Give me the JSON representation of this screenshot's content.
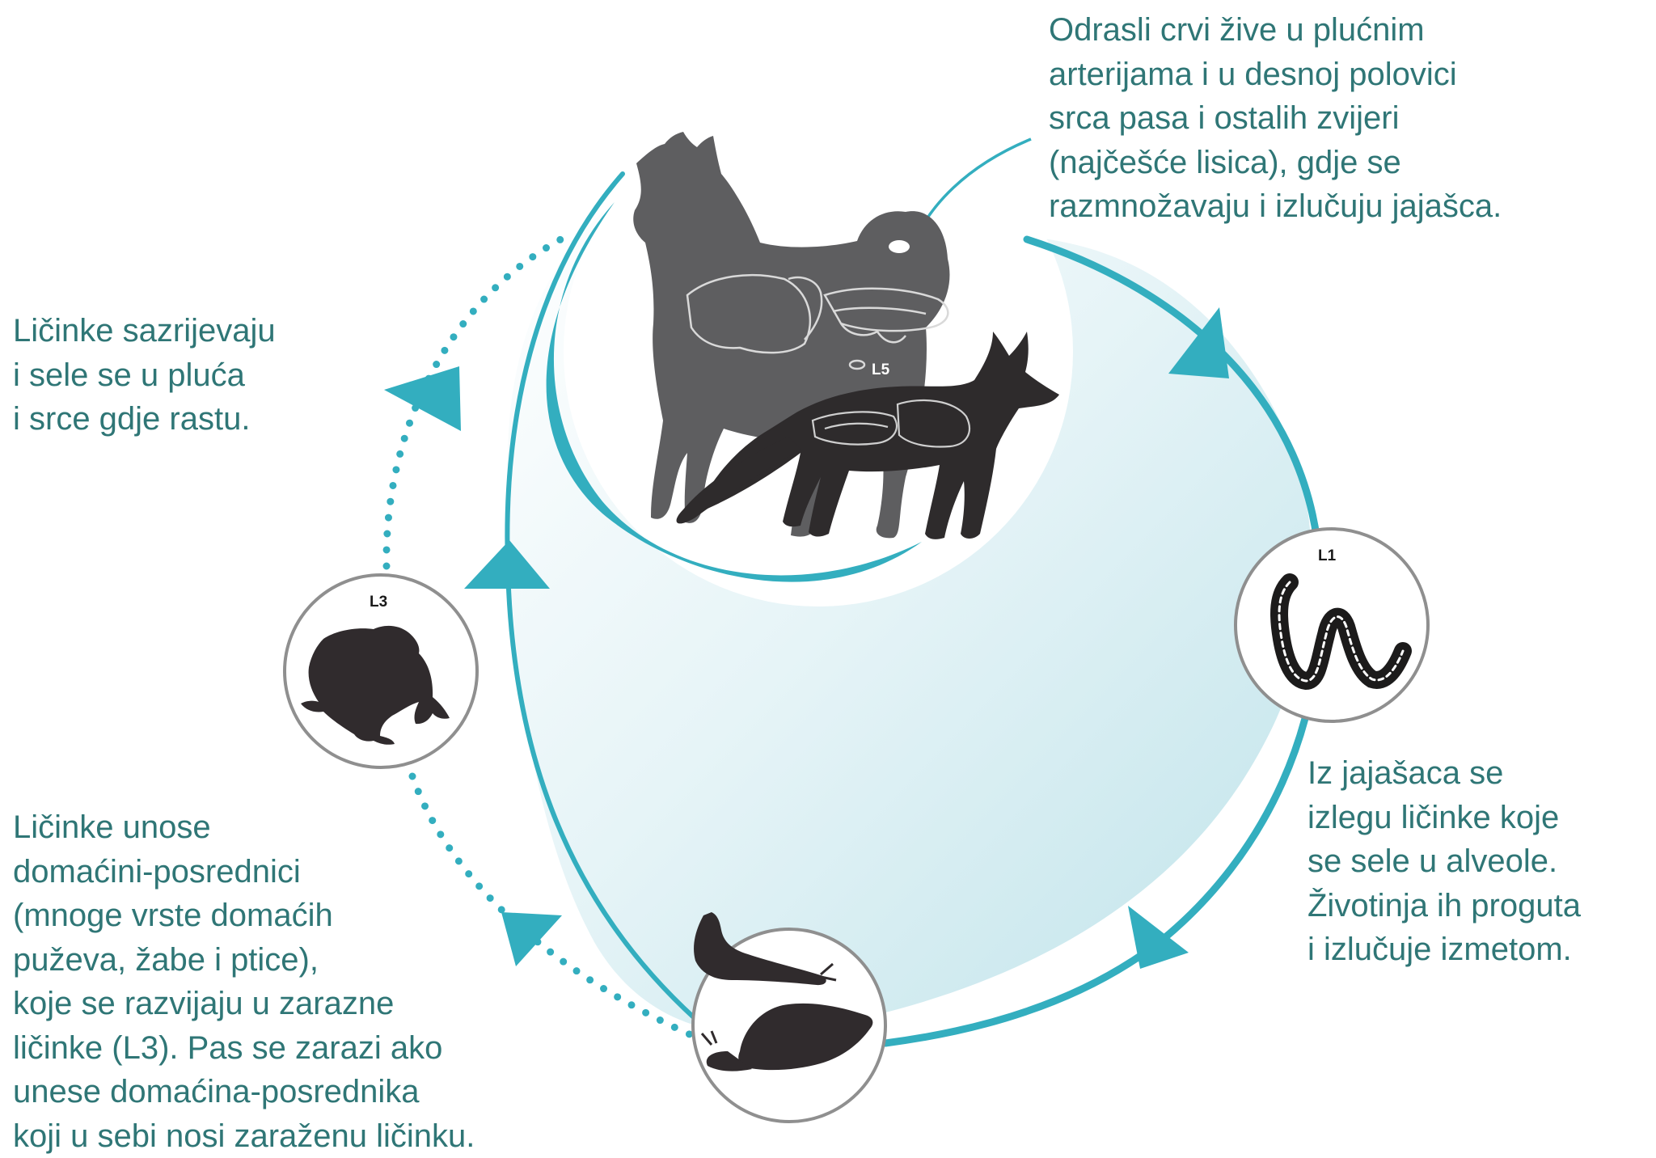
{
  "captions": {
    "adult_worms": [
      "Odrasli crvi žive u plućnim",
      "arterijama i u desnoj polovici",
      "srca pasa i ostalih zvijeri",
      "(najčešće lisica), gdje se",
      "razmnožavaju i izlučuju jajašca."
    ],
    "larvae_mature": [
      "Ličinke sazrijevaju",
      "i sele se u pluća",
      "i srce gdje rastu."
    ],
    "l1_hatch": [
      "Iz jajašaca se",
      "izlegu ličinke koje",
      "se sele u alveole.",
      "Životinja ih proguta",
      "i izlučuje izmetom."
    ],
    "intermediate_hosts": [
      "Ličinke unose",
      "domaćini-posrednici",
      "(mnoge vrste domaćih",
      "puževa, žabe i ptice),",
      "koje se razvijaju u zarazne",
      "ličinke (L3). Pas se zarazi ako",
      "unese domaćina-posrednika",
      "koji u sebi nosi zaraženu ličinku."
    ]
  },
  "stage_labels": {
    "l5": "L5",
    "l1": "L1",
    "l3": "L3"
  },
  "colors": {
    "teal": "#33aebf",
    "text": "#2f7676",
    "circle_border": "#8f8f8f",
    "dog": "#5e5e60",
    "fox": "#2e2b2c",
    "silhouette": "#302b2d",
    "fill_light": "#e8f5f8",
    "fill_mid": "#c4e6ed"
  },
  "icons": {
    "host_animals": "dog-and-fox-silhouette-icon",
    "l1_larva": "larva-icon",
    "l3_frog": "frog-icon",
    "snail_slug": "snail-slug-icon"
  }
}
